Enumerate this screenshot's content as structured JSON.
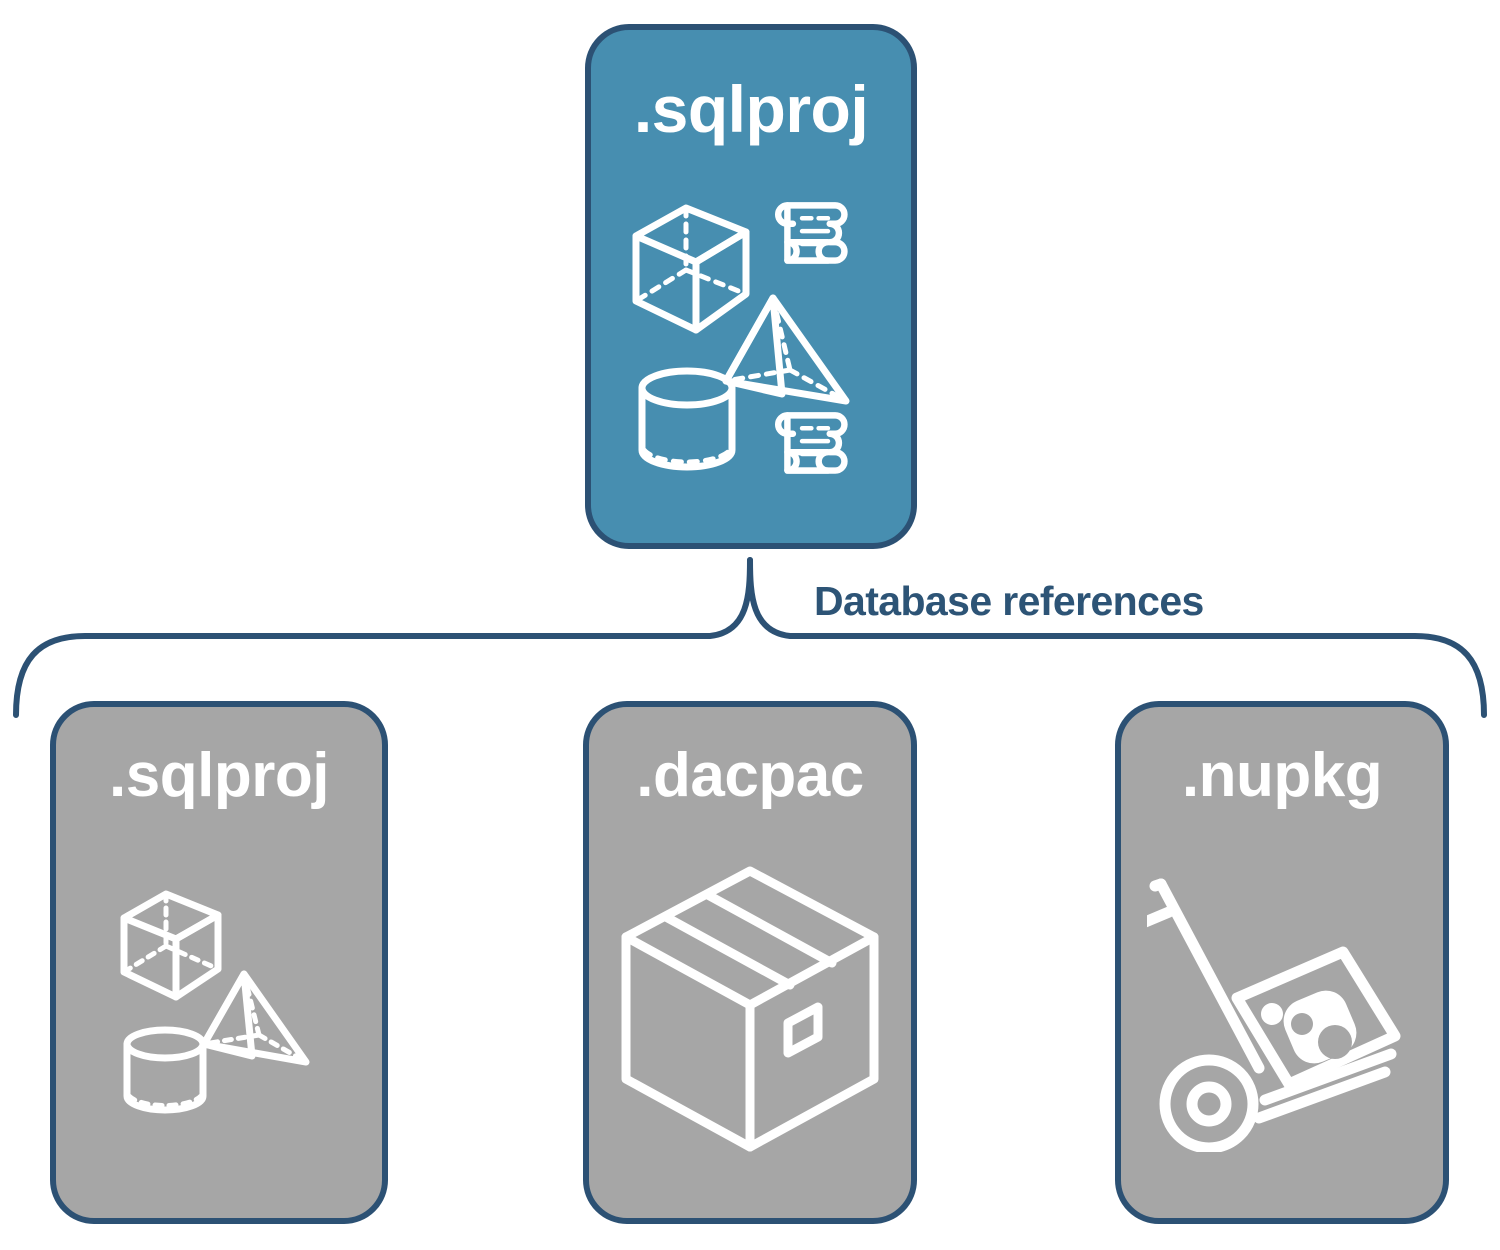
{
  "diagram": {
    "title": "Database references",
    "colors": {
      "primary_fill": "#478eb0",
      "secondary_fill": "#a6a6a6",
      "stroke": "#2c5174",
      "label_text": "#2d5476",
      "icon_stroke": "#ffffff"
    }
  },
  "root": {
    "label": ".sqlproj",
    "icons": [
      "cube-icon",
      "pyramid-icon",
      "cylinder-icon",
      "scroll-icon",
      "scroll-icon"
    ]
  },
  "connector": {
    "label": "Database references",
    "style": "brace"
  },
  "references": [
    {
      "label": ".sqlproj",
      "name": "card-sqlproj",
      "icons": [
        "cube-icon",
        "pyramid-icon",
        "cylinder-icon"
      ]
    },
    {
      "label": ".dacpac",
      "name": "card-dacpac",
      "icons": [
        "package-box-icon"
      ]
    },
    {
      "label": ".nupkg",
      "name": "card-nupkg",
      "icons": [
        "hand-truck-icon"
      ]
    }
  ]
}
